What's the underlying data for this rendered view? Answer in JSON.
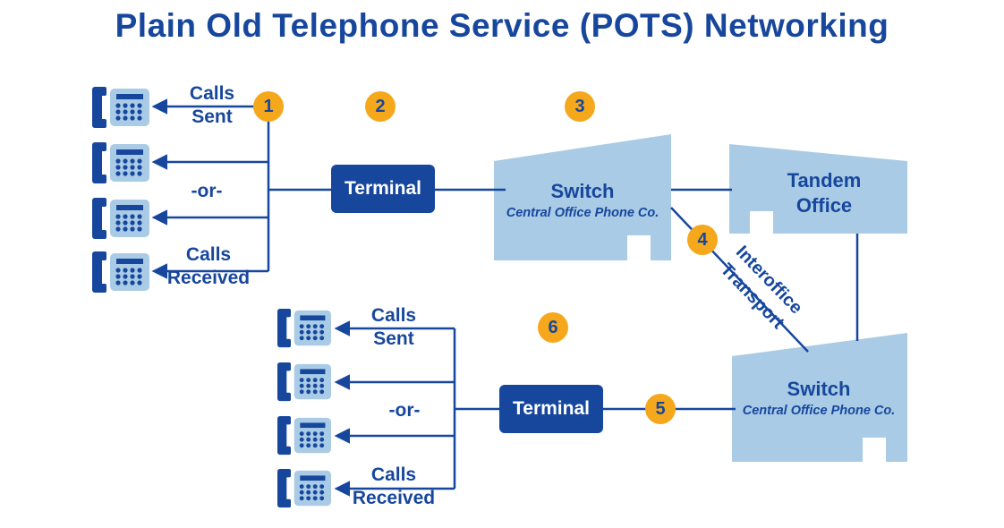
{
  "title": "Plain Old Telephone Service (POTS) Networking",
  "colors": {
    "dark_blue": "#17479D",
    "light_blue": "#A9CBE5",
    "orange": "#F5A81C"
  },
  "steps": [
    "1",
    "2",
    "3",
    "4",
    "5",
    "6"
  ],
  "top_group": {
    "calls_sent": "Calls\nSent",
    "or": "-or-",
    "calls_received": "Calls\nReceived"
  },
  "bottom_group": {
    "calls_sent": "Calls\nSent",
    "or": "-or-",
    "calls_received": "Calls\nReceived"
  },
  "nodes": {
    "terminal_top": {
      "label": "Terminal"
    },
    "terminal_bottom": {
      "label": "Terminal"
    },
    "switch_top": {
      "label": "Switch",
      "sublabel": "Central Office Phone Co."
    },
    "tandem_office": {
      "label": "Tandem\nOffice"
    },
    "switch_bottom": {
      "label": "Switch",
      "sublabel": "Central Office Phone Co."
    },
    "interoffice_transport": {
      "label": "Interoffice\nTransport"
    }
  }
}
